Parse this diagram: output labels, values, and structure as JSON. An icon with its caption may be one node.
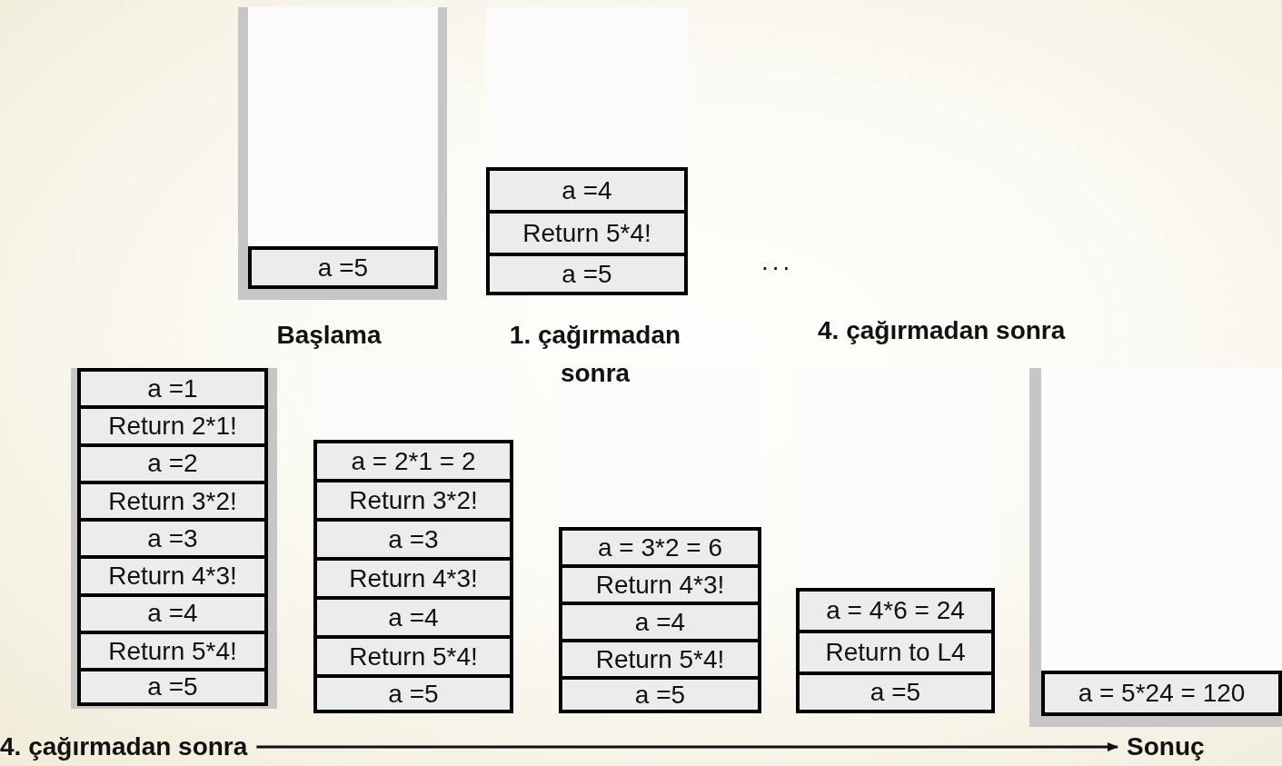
{
  "diagram": {
    "nodes": [
      {
        "text": [],
        "shape": "box",
        "beside": [
          "Başlama"
        ]
      },
      {
        "text": [
          "a =5"
        ],
        "in": 0
      },
      {
        "text": [],
        "shape": "box",
        "beside": [
          "1. çağırmadan sonra"
        ]
      },
      {
        "text": [
          "a =4"
        ],
        "in": 2
      },
      {
        "text": [
          "Return 5*4!"
        ],
        "in": 2
      },
      {
        "text": [
          "a =5"
        ],
        "in": 2
      },
      {
        "text": [],
        "shape": "box"
      },
      {
        "text": [
          "a =1"
        ],
        "in": 6
      },
      {
        "text": [
          "Return 2*1!"
        ],
        "in": 6
      },
      {
        "text": [
          "a =2"
        ],
        "in": 6
      },
      {
        "text": [
          "Return 3*2!"
        ],
        "in": 6
      },
      {
        "text": [
          "a =3"
        ],
        "in": 6
      },
      {
        "text": [
          "Return 4*3!"
        ],
        "in": 6
      },
      {
        "text": [
          "a =4"
        ],
        "in": 6
      },
      {
        "text": [
          "Return 5*4!"
        ],
        "in": 6
      },
      {
        "text": [
          "a =5"
        ],
        "in": 6
      },
      {
        "text": [],
        "shape": "box"
      },
      {
        "text": [
          "a = 2*1 = 2"
        ],
        "in": 16
      },
      {
        "text": [
          "Return 3*2!"
        ],
        "in": 16
      },
      {
        "text": [
          "a =3"
        ],
        "in": 16
      },
      {
        "text": [
          "Return 4*3!"
        ],
        "in": 16
      },
      {
        "text": [
          "a =4"
        ],
        "in": 16
      },
      {
        "text": [
          "Return 5*4!"
        ],
        "in": 16
      },
      {
        "text": [
          "a =5"
        ],
        "in": 16
      },
      {
        "text": [],
        "shape": "box"
      },
      {
        "text": [
          "a = 3*2 = 6"
        ],
        "in": 24
      },
      {
        "text": [
          "Return 4*3!"
        ],
        "in": 24
      },
      {
        "text": [
          "a =4"
        ],
        "in": 24
      },
      {
        "text": [
          "Return 5*4!"
        ],
        "in": 24
      },
      {
        "text": [
          "a =5"
        ],
        "in": 24
      },
      {
        "text": [],
        "shape": "box"
      },
      {
        "text": [
          "a = 4*6 = 24"
        ],
        "in": 30
      },
      {
        "text": [
          "Return to L4"
        ],
        "in": 30
      },
      {
        "text": [
          "a =5"
        ],
        "in": 30
      },
      {
        "text": [],
        "shape": "box"
      },
      {
        "text": [
          "a = 5*24 = 120"
        ],
        "in": 34
      },
      {
        "text": [
          "4. çağırmadan sonra"
        ]
      },
      {
        "text": [
          "Sonuç"
        ]
      }
    ],
    "edges": [
      {
        "from": 36,
        "to": 37,
        "arrow": "to"
      }
    ],
    "labels": [
      "...",
      "4. çağırmadan sonra"
    ]
  }
}
